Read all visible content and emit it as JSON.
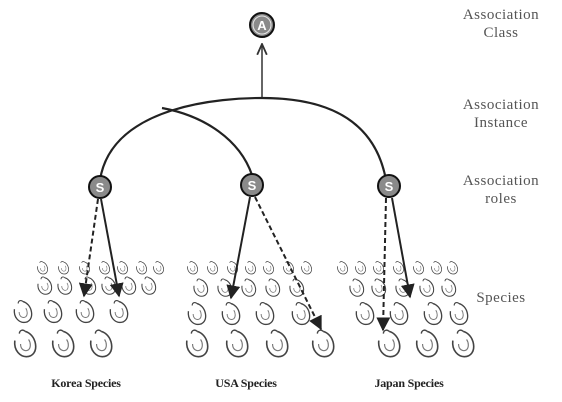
{
  "side_labels": {
    "association_class": {
      "line1": "Association",
      "line2": "Class"
    },
    "association_instance": {
      "line1": "Association",
      "line2": "Instance"
    },
    "association_roles": {
      "line1": "Association",
      "line2": "roles"
    },
    "species": "Species"
  },
  "nodes": {
    "class_node": "A",
    "role_node": "S"
  },
  "groups": [
    "Korea Species",
    "USA Species",
    "Japan Species"
  ]
}
